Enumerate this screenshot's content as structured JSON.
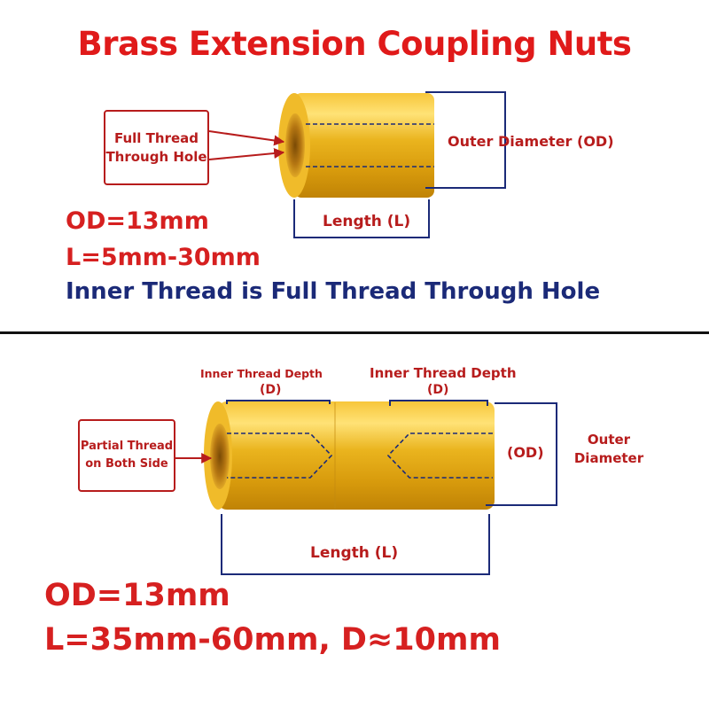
{
  "title": "Brass Extension Coupling Nuts",
  "top": {
    "callout": [
      "Full Thread",
      "Through Hole"
    ],
    "outer_diameter_label": "Outer Diameter (OD)",
    "length_label": "Length (L)",
    "spec_od": "OD=13mm",
    "spec_length": "L=5mm-30mm",
    "note": "Inner Thread is Full Thread Through Hole"
  },
  "bottom": {
    "callout": [
      "Partial Thread",
      "on Both Side"
    ],
    "depth_left_label": "Inner Thread Depth",
    "depth_left_symbol": "(D)",
    "depth_right_label": "Inner Thread Depth",
    "depth_right_symbol": "(D)",
    "od_symbol": "(OD)",
    "outer_label": [
      "Outer",
      "Diameter"
    ],
    "length_label": "Length (L)",
    "spec_od": "OD=13mm",
    "spec_length": "L=35mm-60mm, D≈10mm"
  },
  "colors": {
    "title_red": "#e01a1a",
    "label_red": "#b71c1c",
    "navy": "#1b2a78",
    "brass": "#e9b01c"
  }
}
